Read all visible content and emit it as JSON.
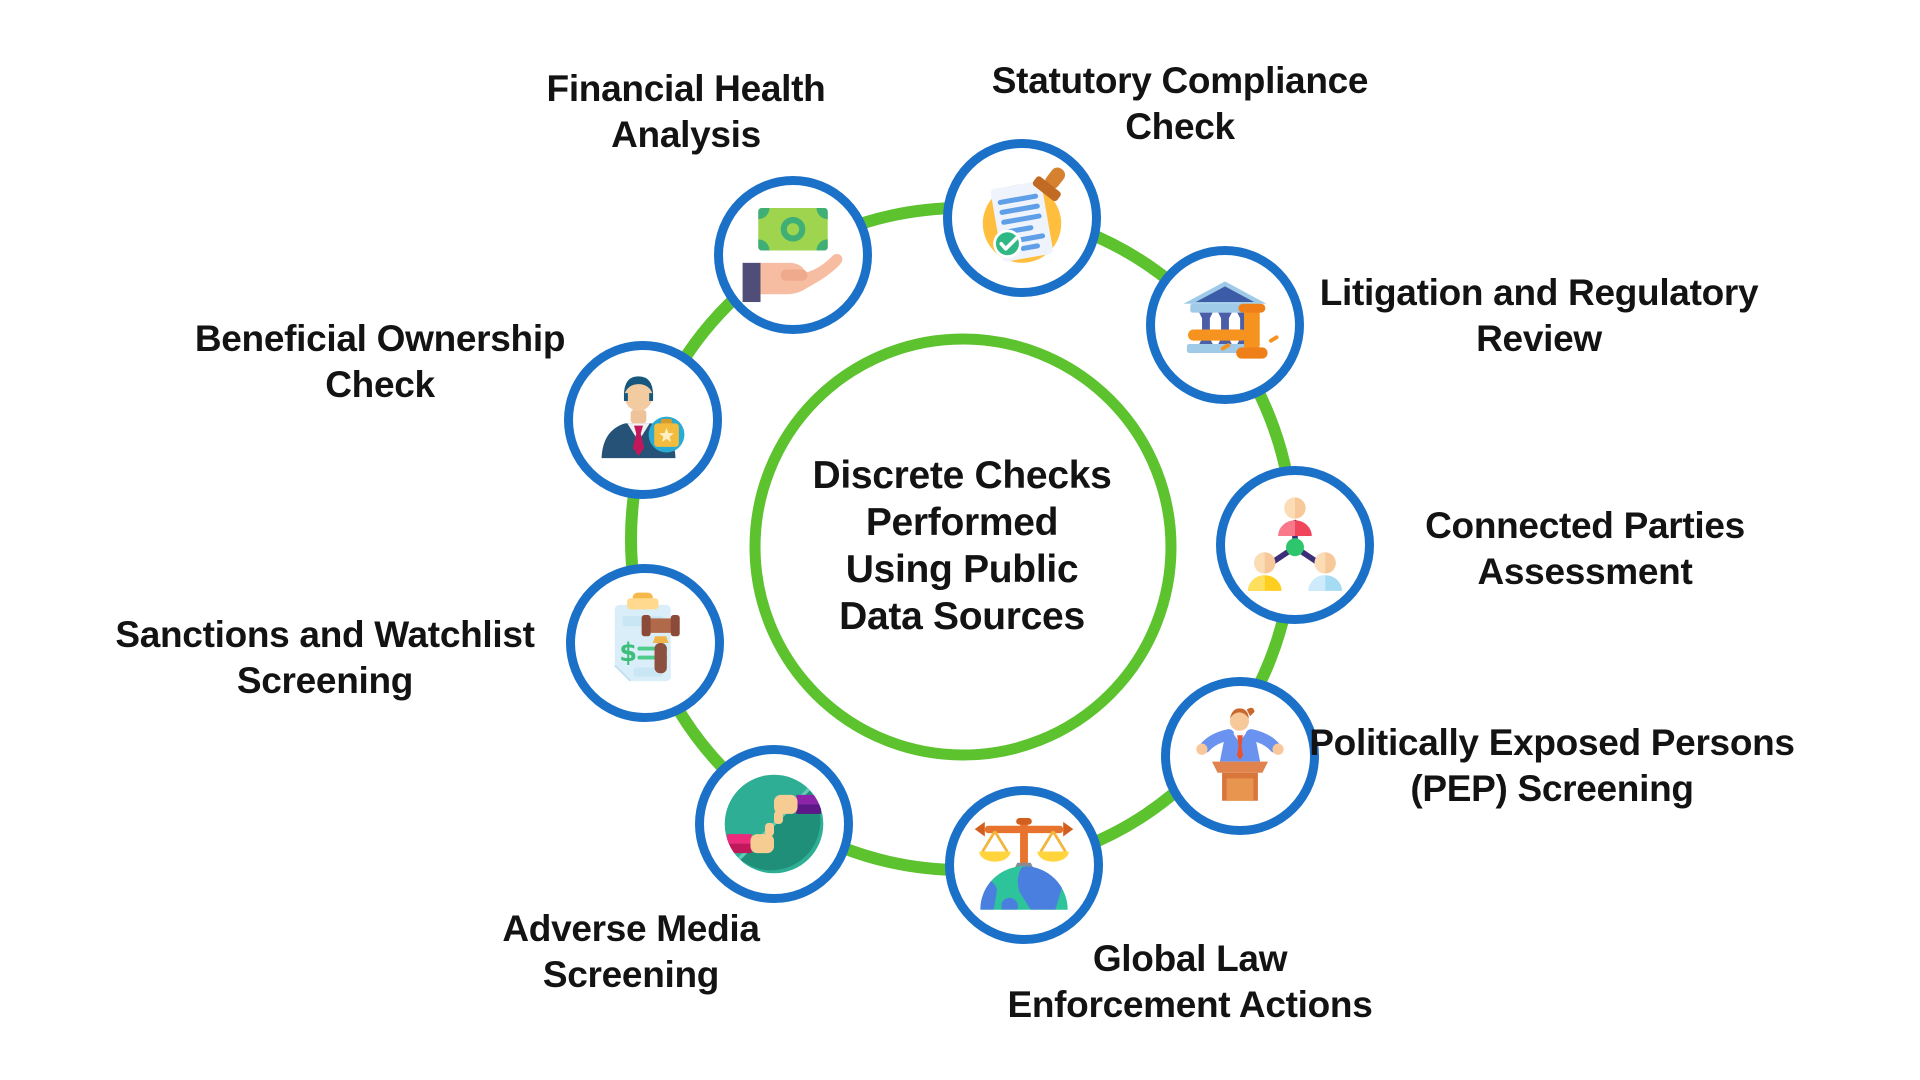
{
  "diagram": {
    "center_label": "Discrete Checks\nPerformed\nUsing Public\nData Sources",
    "nodes": [
      {
        "id": "financial-health-analysis",
        "label": "Financial Health\nAnalysis",
        "icon": "money-in-hand-icon"
      },
      {
        "id": "statutory-compliance-check",
        "label": "Statutory Compliance\nCheck",
        "icon": "stamped-document-icon"
      },
      {
        "id": "litigation-regulatory-review",
        "label": "Litigation and Regulatory\nReview",
        "icon": "courthouse-gavel-icon"
      },
      {
        "id": "connected-parties-assessment",
        "label": "Connected Parties\nAssessment",
        "icon": "people-network-icon"
      },
      {
        "id": "pep-screening",
        "label": "Politically Exposed Persons\n(PEP) Screening",
        "icon": "speaker-podium-icon"
      },
      {
        "id": "global-law-enforcement",
        "label": "Global Law\nEnforcement Actions",
        "icon": "globe-scales-icon"
      },
      {
        "id": "adverse-media-screening",
        "label": "Adverse Media\nScreening",
        "icon": "thumbs-up-down-icon"
      },
      {
        "id": "sanctions-watchlist-screening",
        "label": "Sanctions and Watchlist\nScreening",
        "icon": "document-gavel-icon"
      },
      {
        "id": "beneficial-ownership-check",
        "label": "Beneficial Ownership\nCheck",
        "icon": "businessman-badge-icon"
      }
    ],
    "palette": {
      "ring_green": "#5CC22E",
      "node_border_blue": "#1B70C8",
      "label_text": "#131313",
      "background": "#FFFFFF"
    }
  }
}
